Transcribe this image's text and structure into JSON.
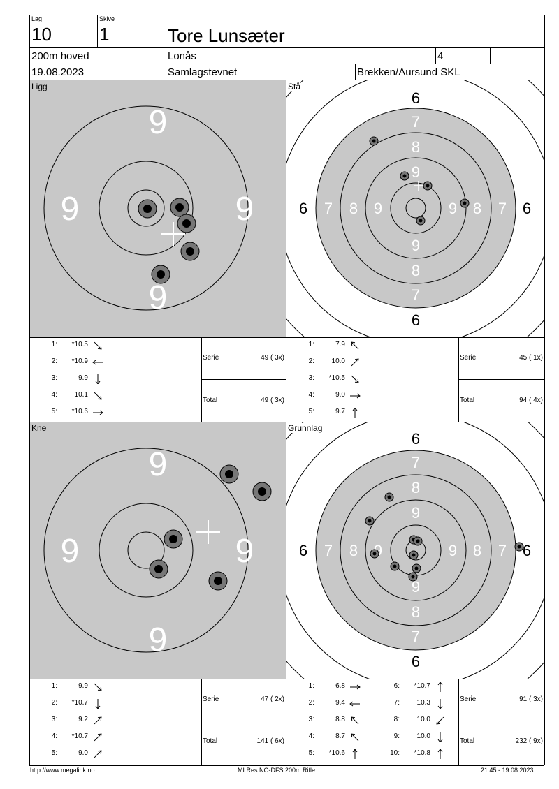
{
  "header": {
    "lag_label": "Lag",
    "lag_value": "10",
    "skive_label": "Skive",
    "skive_value": "1",
    "name": "Tore Lunsæter",
    "class": "200m hoved",
    "club": "Lonås",
    "class_number": "4",
    "date": "19.08.2023",
    "event": "Samlagstevnet",
    "organizer": "Brekken/Aursund SKL"
  },
  "targets": {
    "ligg": {
      "label": "Ligg",
      "ring_labels": [
        "9",
        "9",
        "9",
        "9"
      ],
      "shots": [
        {
          "no": "1:",
          "score": "*10.5",
          "dir": "down-right"
        },
        {
          "no": "2:",
          "score": "*10.9",
          "dir": "left"
        },
        {
          "no": "3:",
          "score": "9.9",
          "dir": "down"
        },
        {
          "no": "4:",
          "score": "10.1",
          "dir": "down-right"
        },
        {
          "no": "5:",
          "score": "*10.6",
          "dir": "right"
        }
      ],
      "serie_label": "Serie",
      "serie_value": "49 ( 3x)",
      "total_label": "Total",
      "total_value": "49 ( 3x)"
    },
    "sta": {
      "label": "Stå",
      "shots": [
        {
          "no": "1:",
          "score": "7.9",
          "dir": "up-left"
        },
        {
          "no": "2:",
          "score": "10.0",
          "dir": "up-right"
        },
        {
          "no": "3:",
          "score": "*10.5",
          "dir": "down-right"
        },
        {
          "no": "4:",
          "score": "9.0",
          "dir": "right"
        },
        {
          "no": "5:",
          "score": "9.7",
          "dir": "up"
        }
      ],
      "serie_label": "Serie",
      "serie_value": "45 ( 1x)",
      "total_label": "Total",
      "total_value": "94 ( 4x)"
    },
    "kne": {
      "label": "Kne",
      "ring_labels": [
        "9",
        "9",
        "9",
        "9"
      ],
      "shots": [
        {
          "no": "1:",
          "score": "9.9",
          "dir": "down-right"
        },
        {
          "no": "2:",
          "score": "*10.7",
          "dir": "down"
        },
        {
          "no": "3:",
          "score": "9.2",
          "dir": "up-right"
        },
        {
          "no": "4:",
          "score": "*10.7",
          "dir": "up-right"
        },
        {
          "no": "5:",
          "score": "9.0",
          "dir": "up-right"
        }
      ],
      "serie_label": "Serie",
      "serie_value": "47 ( 2x)",
      "total_label": "Total",
      "total_value": "141 ( 6x)"
    },
    "grunnlag": {
      "label": "Grunnlag",
      "shots": [
        {
          "no": "1:",
          "score": "6.8",
          "dir": "right"
        },
        {
          "no": "2:",
          "score": "9.4",
          "dir": "left"
        },
        {
          "no": "3:",
          "score": "8.8",
          "dir": "up-left"
        },
        {
          "no": "4:",
          "score": "8.7",
          "dir": "up-left"
        },
        {
          "no": "5:",
          "score": "*10.6",
          "dir": "up"
        },
        {
          "no": "6:",
          "score": "*10.7",
          "dir": "up"
        },
        {
          "no": "7:",
          "score": "10.3",
          "dir": "down"
        },
        {
          "no": "8:",
          "score": "10.0",
          "dir": "down-left"
        },
        {
          "no": "9:",
          "score": "10.0",
          "dir": "down"
        },
        {
          "no": "10:",
          "score": "*10.8",
          "dir": "up"
        }
      ],
      "serie_label": "Serie",
      "serie_value": "91 ( 3x)",
      "total_label": "Total",
      "total_value": "232 ( 9x)"
    }
  },
  "ring_numbers": {
    "six": "6",
    "seven": "7",
    "eight": "8",
    "nine": "9"
  },
  "footer": {
    "url": "http://www.megalink.no",
    "program": "MLRes NO-DFS 200m Rifle",
    "timestamp": "21:45 - 19.08.2023"
  }
}
